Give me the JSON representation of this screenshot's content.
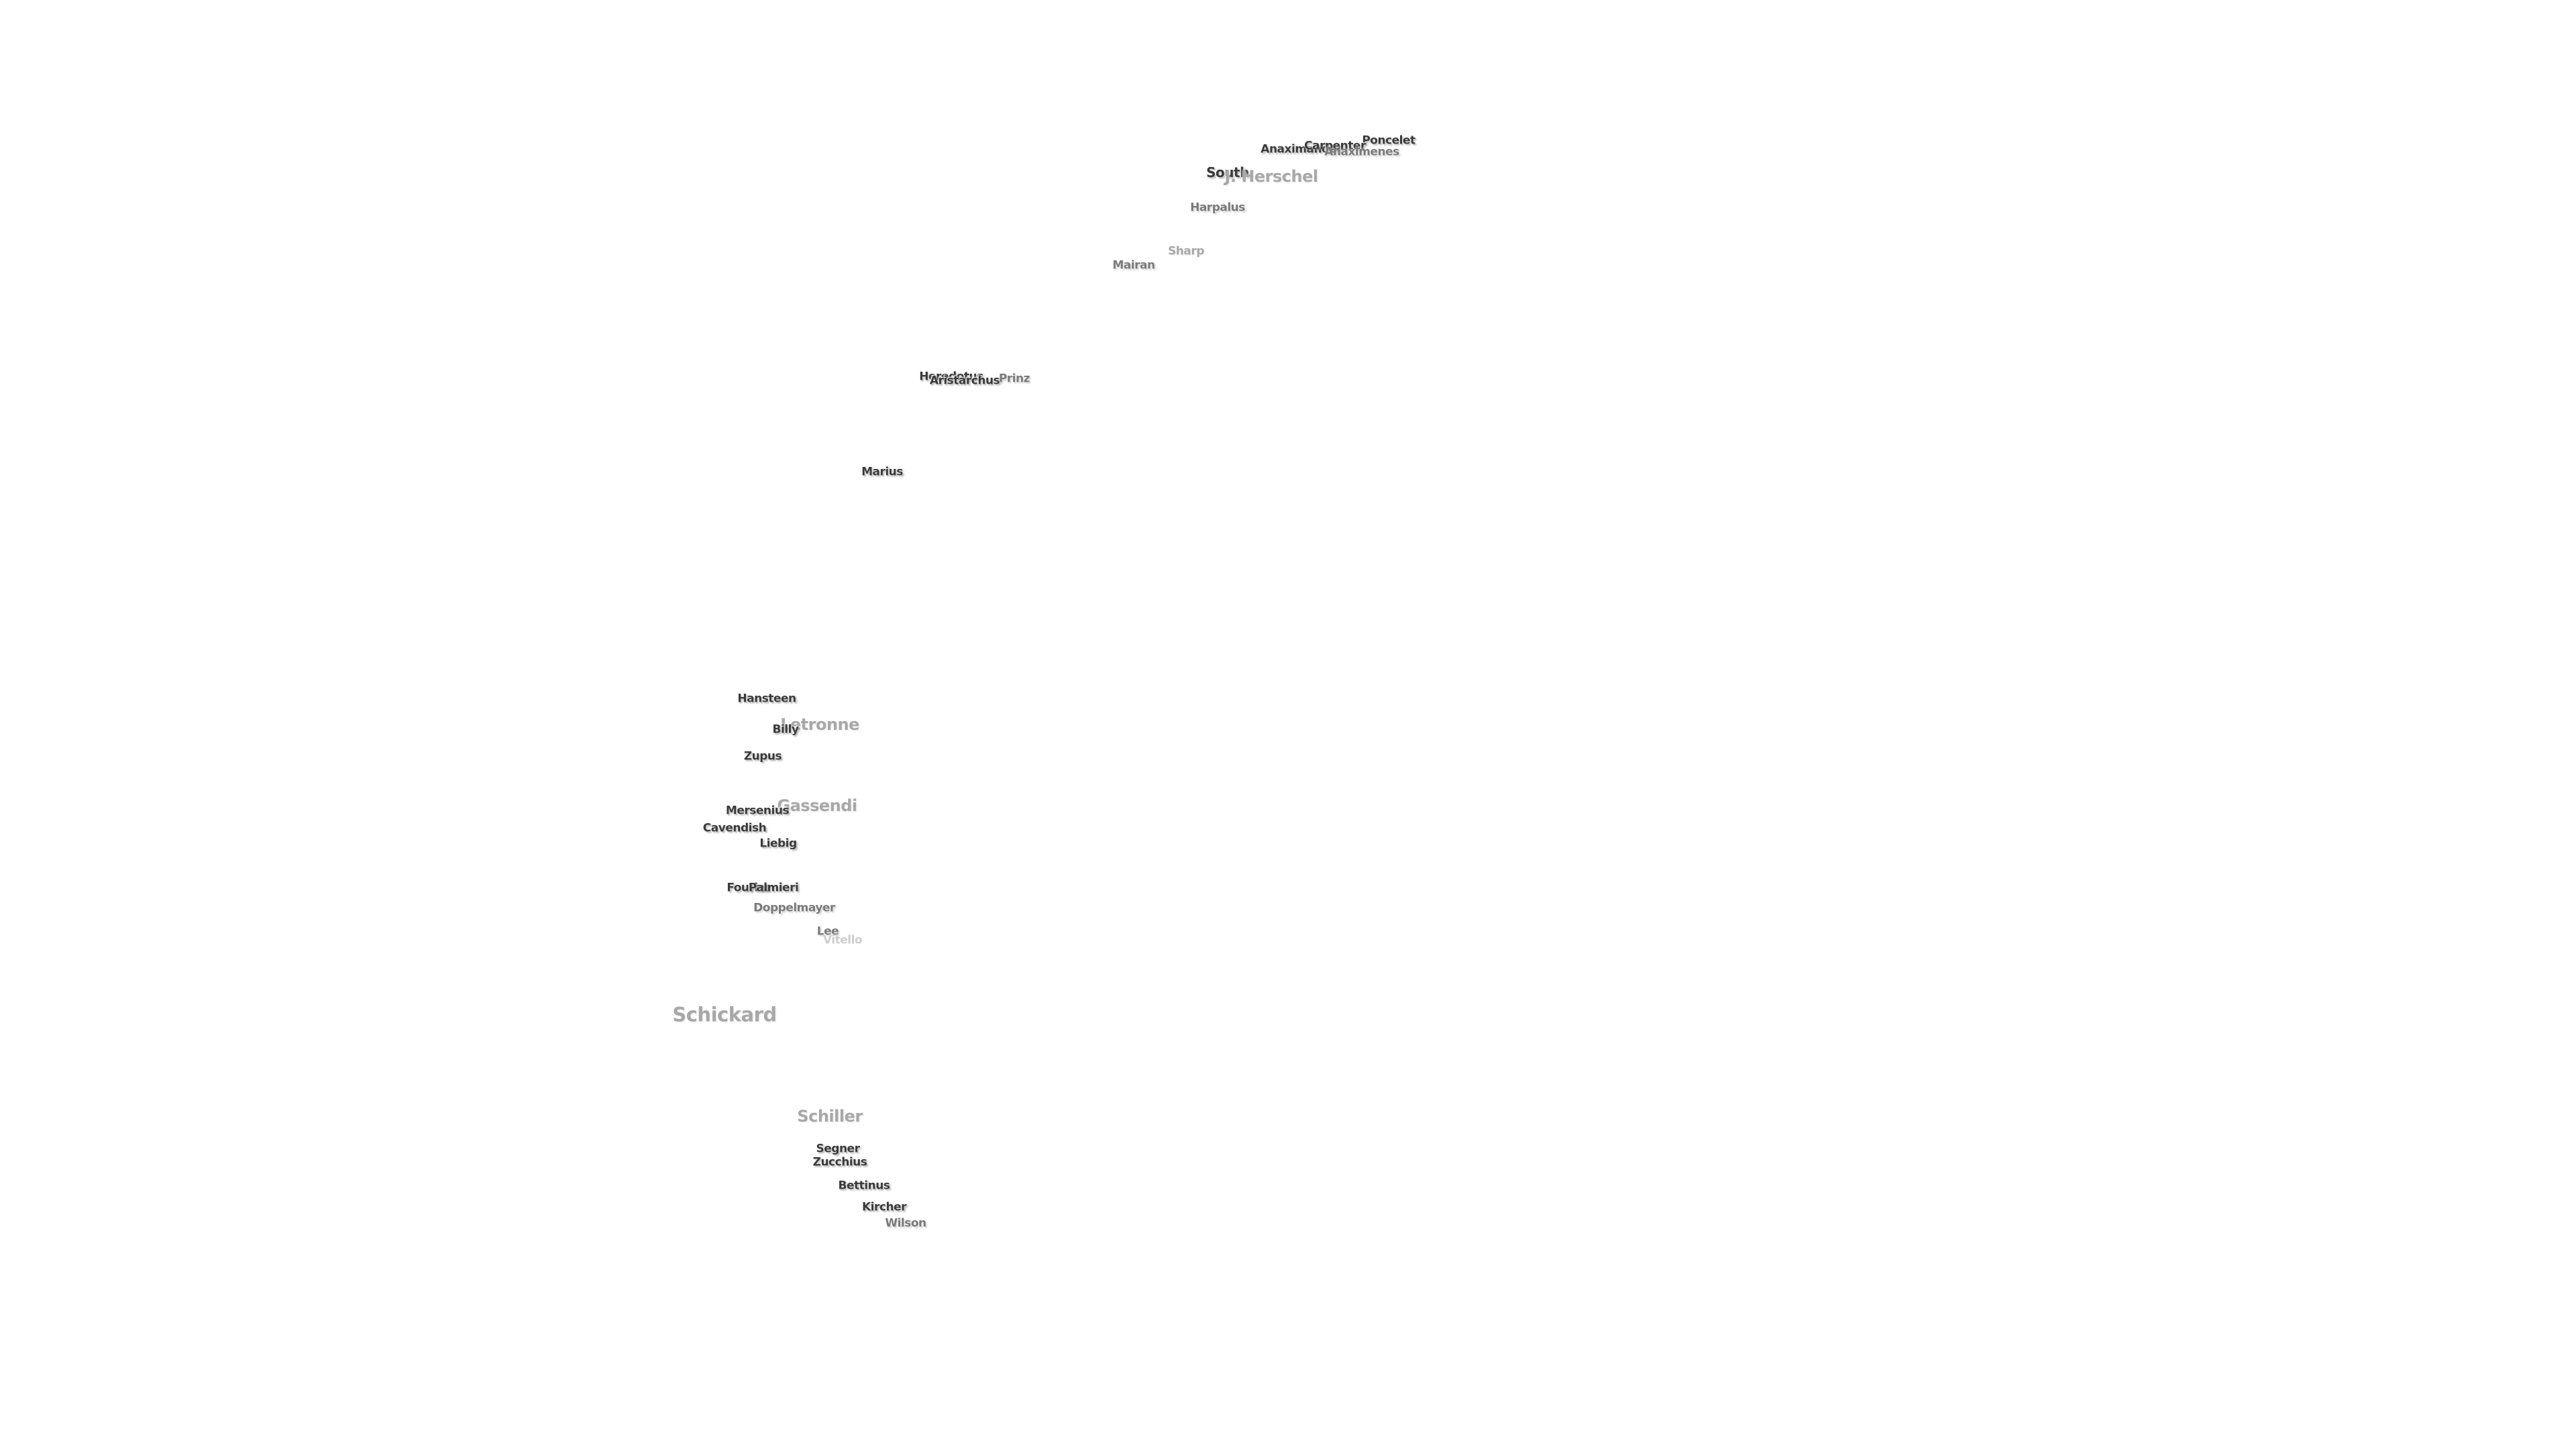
{
  "labels": [
    {
      "id": "poncelet",
      "text": "Poncelet"
    },
    {
      "id": "anaximander",
      "text": "Anaximander"
    },
    {
      "id": "carpenter",
      "text": "Carpenter"
    },
    {
      "id": "anaximenes",
      "text": "Anaximenes"
    },
    {
      "id": "south",
      "text": "South"
    },
    {
      "id": "j-herschel",
      "text": "J. Herschel"
    },
    {
      "id": "harpalus",
      "text": "Harpalus"
    },
    {
      "id": "sharp",
      "text": "Sharp"
    },
    {
      "id": "mairan",
      "text": "Mairan"
    },
    {
      "id": "herodotus",
      "text": "Herodotus"
    },
    {
      "id": "aristarchus",
      "text": "Aristarchus"
    },
    {
      "id": "prinz",
      "text": "Prinz"
    },
    {
      "id": "marius",
      "text": "Marius"
    },
    {
      "id": "hansteen",
      "text": "Hansteen"
    },
    {
      "id": "letronne",
      "text": "Letronne"
    },
    {
      "id": "billy",
      "text": "Billy"
    },
    {
      "id": "zupus",
      "text": "Zupus"
    },
    {
      "id": "gassendi",
      "text": "Gassendi"
    },
    {
      "id": "mersenius",
      "text": "Mersenius"
    },
    {
      "id": "cavendish",
      "text": "Cavendish"
    },
    {
      "id": "liebig",
      "text": "Liebig"
    },
    {
      "id": "fourier",
      "text": "Fourier"
    },
    {
      "id": "palmieri",
      "text": "Palmieri"
    },
    {
      "id": "doppelmayer",
      "text": "Doppelmayer"
    },
    {
      "id": "lee",
      "text": "Lee"
    },
    {
      "id": "vitello",
      "text": "Vitello"
    },
    {
      "id": "schickard",
      "text": "Schickard"
    },
    {
      "id": "schiller",
      "text": "Schiller"
    },
    {
      "id": "segner",
      "text": "Segner"
    },
    {
      "id": "zucchius",
      "text": "Zucchius"
    },
    {
      "id": "bettinus",
      "text": "Bettinus"
    },
    {
      "id": "kircher",
      "text": "Kircher"
    },
    {
      "id": "wilson",
      "text": "Wilson"
    }
  ]
}
